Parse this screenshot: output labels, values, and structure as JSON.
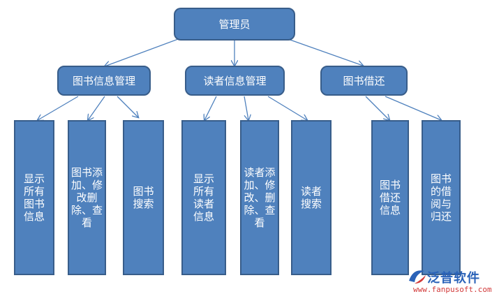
{
  "root": {
    "label": "管理员"
  },
  "categories": [
    {
      "label": "图书信息管理"
    },
    {
      "label": "读者信息管理"
    },
    {
      "label": "图书借还"
    }
  ],
  "leaves": [
    {
      "label": "显示所有图书信息"
    },
    {
      "label": "图书添加、修改删除、查看"
    },
    {
      "label": "图书搜索"
    },
    {
      "label": "显示所有读者信息"
    },
    {
      "label": "读者添加、修改、删除、查看"
    },
    {
      "label": "读者搜索"
    },
    {
      "label": "图书借还信息"
    },
    {
      "label": "图书的借阅与归还"
    }
  ],
  "watermark": {
    "brand": "泛普软件",
    "url": "www.fanpusoft.com"
  },
  "colors": {
    "box_fill": "#4f81bd",
    "box_border": "#385d8a",
    "connector": "#4f81bd",
    "text": "#ffffff"
  }
}
